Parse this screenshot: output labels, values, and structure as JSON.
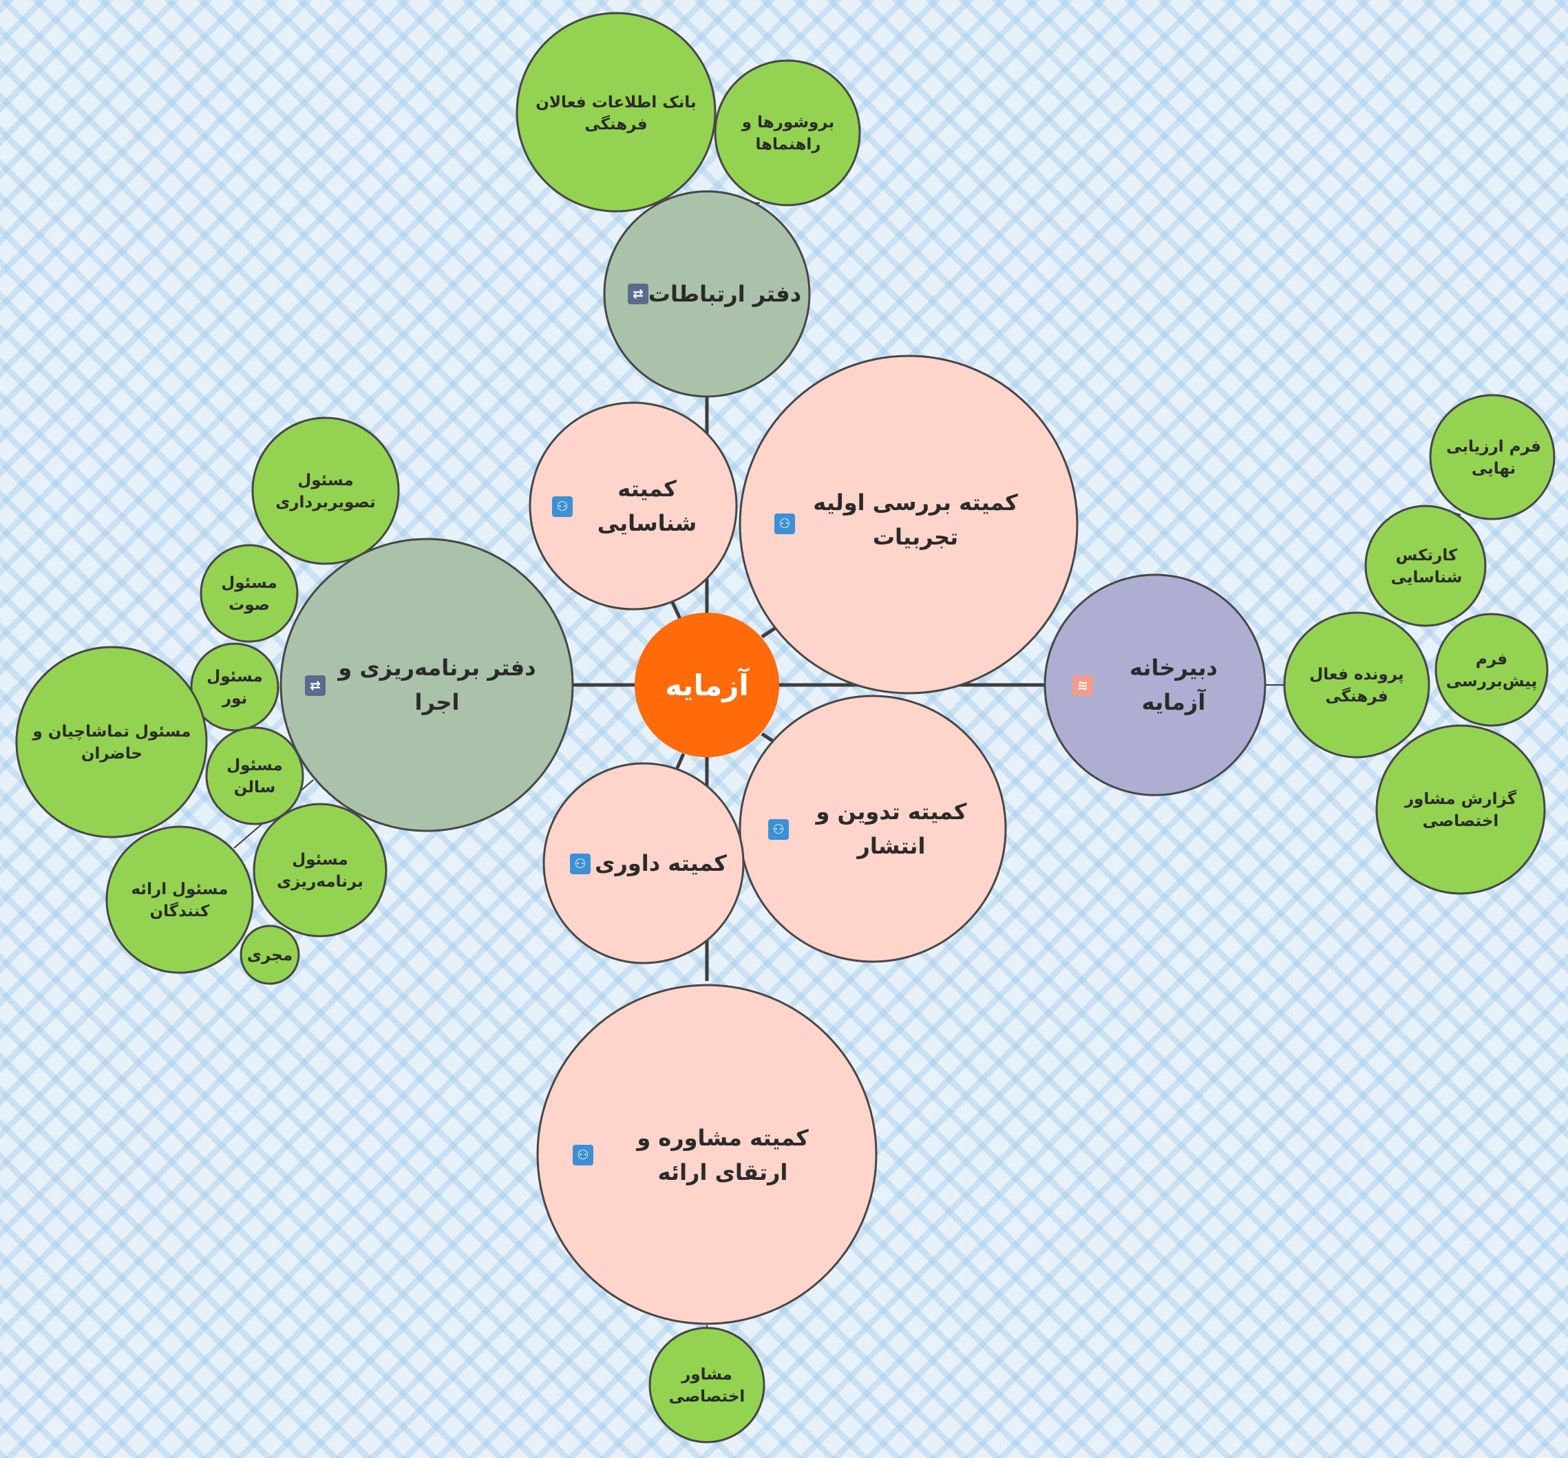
{
  "root": {
    "label": "آزمایه",
    "color": "#ff6a0a"
  },
  "colors": {
    "committee": "#ffd5cb",
    "office": "#aac2aa",
    "secretariat": "#aeaed2",
    "leaf": "#94d251",
    "line": "#3d3d3d"
  },
  "icons": {
    "committee": "people-icon",
    "office": "handshake-icon",
    "secretariat": "layers-icon"
  },
  "branches": {
    "communications": {
      "label": "دفتر ارتباطات",
      "leaves": [
        "بانک اطلاعات فعالان فرهنگی",
        "بروشورها و راهنماها"
      ]
    },
    "identification": {
      "label": "کمیته شناسایی"
    },
    "initial_review": {
      "label": "کمیته بررسی اولیه تجربیات"
    },
    "secretariat": {
      "label": "دبیرخانه آزمایه",
      "sub": {
        "label": "پرونده فعال فرهنگی",
        "leaves": [
          "فرم ارزیابی نهایی",
          "کارتکس شناسایی",
          "فرم پیش‌بررسی",
          "گزارش مشاور اختصاصی"
        ]
      }
    },
    "publication": {
      "label": "کمیته تدوین و انتشار"
    },
    "judging": {
      "label": "کمیته داوری"
    },
    "advisory": {
      "label": "کمیته مشاوره و ارتقای ارائه",
      "leaves": [
        "مشاور اختصاصی"
      ]
    },
    "planning": {
      "label": "دفتر برنامه‌ریزی و اجرا",
      "leaves": [
        "مسئول تصویربرداری",
        "مسئول صوت",
        "مسئول نور",
        "مسئول تماشاچیان و حاضران",
        "مسئول سالن",
        "مسئول برنامه‌ریزی",
        "مسئول ارائه کنندگان",
        "مجری"
      ]
    }
  }
}
